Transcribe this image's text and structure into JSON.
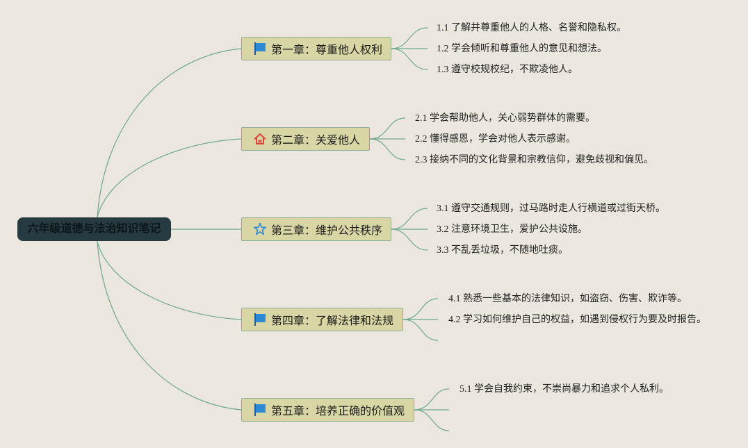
{
  "root": {
    "title": "六年级道德与法治知识笔记"
  },
  "chapters": [
    {
      "title": "第一章：尊重他人权利",
      "icon": "flag-icon",
      "items": [
        "1.1 了解并尊重他人的人格、名誉和隐私权。",
        "1.2 学会倾听和尊重他人的意见和想法。",
        "1.3 遵守校规校纪，不欺凌他人。"
      ]
    },
    {
      "title": "第二章：关爱他人",
      "icon": "house-icon",
      "items": [
        "2.1 学会帮助他人，关心弱势群体的需要。",
        "2.2 懂得感恩，学会对他人表示感谢。",
        "2.3 接纳不同的文化背景和宗教信仰，避免歧视和偏见。"
      ]
    },
    {
      "title": "第三章：维护公共秩序",
      "icon": "star-icon",
      "items": [
        "3.1 遵守交通规则，过马路时走人行横道或过街天桥。",
        "3.2 注意环境卫生，爱护公共设施。",
        "3.3 不乱丢垃圾，不随地吐痰。"
      ]
    },
    {
      "title": "第四章：了解法律和法规",
      "icon": "flag-icon",
      "items": [
        "4.1 熟悉一些基本的法律知识，如盗窃、伤害、欺诈等。",
        "4.2 学习如何维护自己的权益，如遇到侵权行为要及时报告。"
      ]
    },
    {
      "title": "第五章：培养正确的价值观",
      "icon": "flag-icon",
      "items": [
        "5.1 学会自我约束，不崇尚暴力和追求个人私利。"
      ]
    }
  ],
  "colors": {
    "background": "#ebe7df",
    "root_fill": "#263b41",
    "chapter_fill": "#d8d6a4",
    "chapter_border": "#8fae9a",
    "connector": "#6ea68f",
    "flag": "#2b8ad6",
    "house": "#d9463e",
    "star": "#2b8ad6"
  }
}
